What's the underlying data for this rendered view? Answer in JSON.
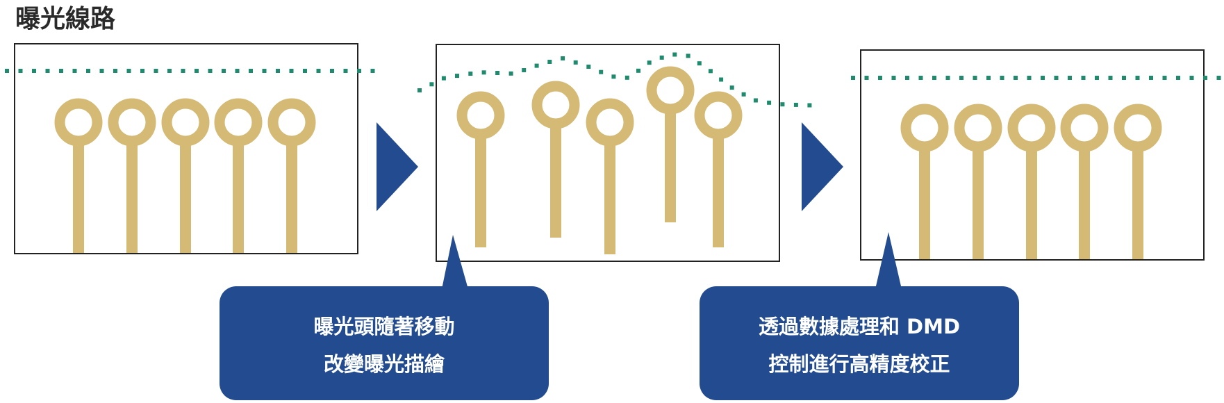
{
  "title": "曝光線路",
  "colors": {
    "trace": "#d5ba75",
    "path_dots": "#1f8a6e",
    "arrow": "#234b8f",
    "callout": "#234b8f",
    "frame": "#222222"
  },
  "panels": [
    {
      "name": "before-panel",
      "state": "aligned pads"
    },
    {
      "name": "shifted-panel",
      "state": "misaligned pads"
    },
    {
      "name": "corrected-panel",
      "state": "aligned pads"
    }
  ],
  "callouts": [
    {
      "line1": "曝光頭隨著移動",
      "line2": "改變曝光描繪"
    },
    {
      "line1": "透過數據處理和 DMD",
      "line2": "控制進行高精度校正"
    }
  ],
  "icons": {
    "arrow": "play-triangle-icon"
  }
}
